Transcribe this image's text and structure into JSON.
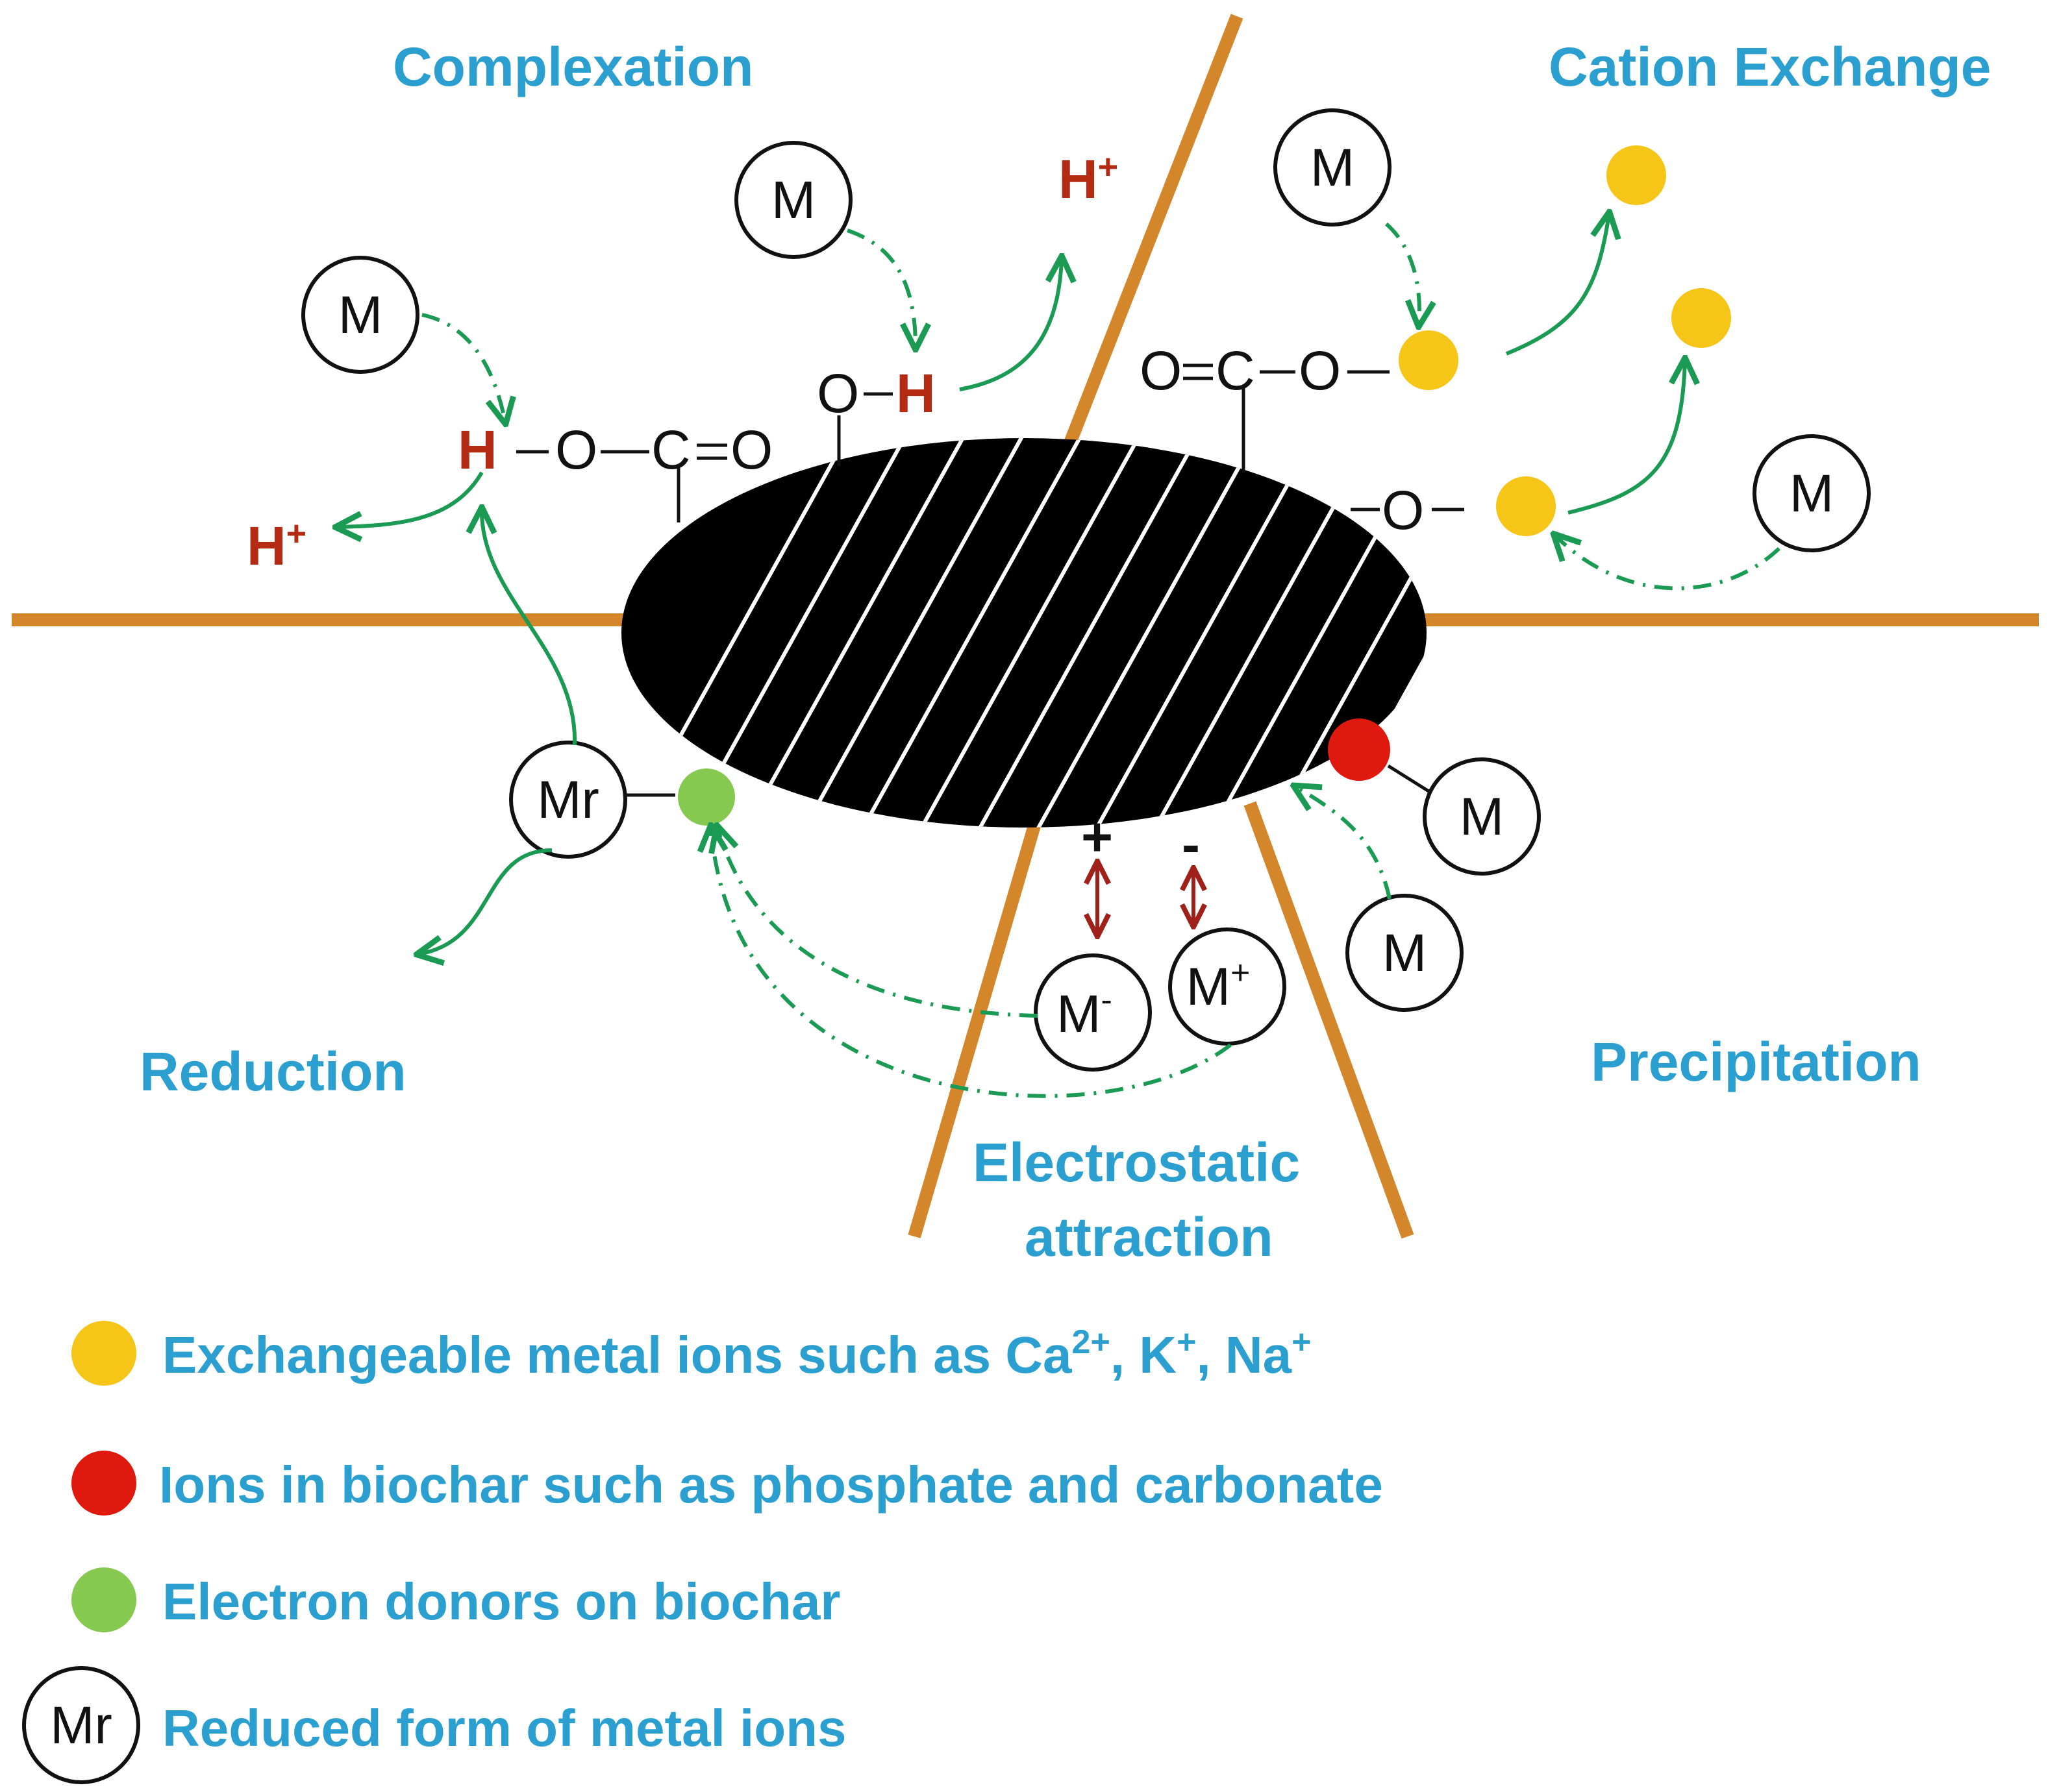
{
  "sections": {
    "complexation": "Complexation",
    "cation_exchange": "Cation Exchange",
    "reduction": "Reduction",
    "precipitation": "Precipitation",
    "electrostatic_line1": "Electrostatic",
    "electrostatic_line2": "attraction"
  },
  "ions": {
    "metal": "M",
    "reduced_metal": "Mr",
    "metal_minus": "M",
    "minus_sup": "-",
    "metal_plus": "M",
    "plus_sup": "+"
  },
  "chem": {
    "hydrogen": "H",
    "proton": "H",
    "proton_sup": "+",
    "oxygen": "O",
    "carbon": "C",
    "carbonyl_o": "O",
    "charge_plus": "+",
    "charge_minus": "-"
  },
  "legend": [
    {
      "text": "Exchangeable metal ions such as Ca",
      "sup1": "2+",
      "mid1": ", K",
      "sup2": "+",
      "mid2": ", Na",
      "sup3": "+",
      "color": "#f5c518"
    },
    {
      "text": "Ions in biochar such as phosphate and carbonate",
      "color": "#e0190f"
    },
    {
      "text": "Electron donors on biochar",
      "color": "#86c950"
    },
    {
      "text": "Reduced form of metal ions",
      "icon": "Mr"
    }
  ],
  "colors": {
    "label_blue": "#2a9fd0",
    "divider_orange": "#d4862b",
    "arrow_green": "#1a9a52",
    "proton_red": "#b52a12",
    "exchangeable_yellow": "#f5c518",
    "biochar_ion_red": "#e0190f",
    "electron_donor_green": "#86c950",
    "biochar_black": "#000000"
  }
}
